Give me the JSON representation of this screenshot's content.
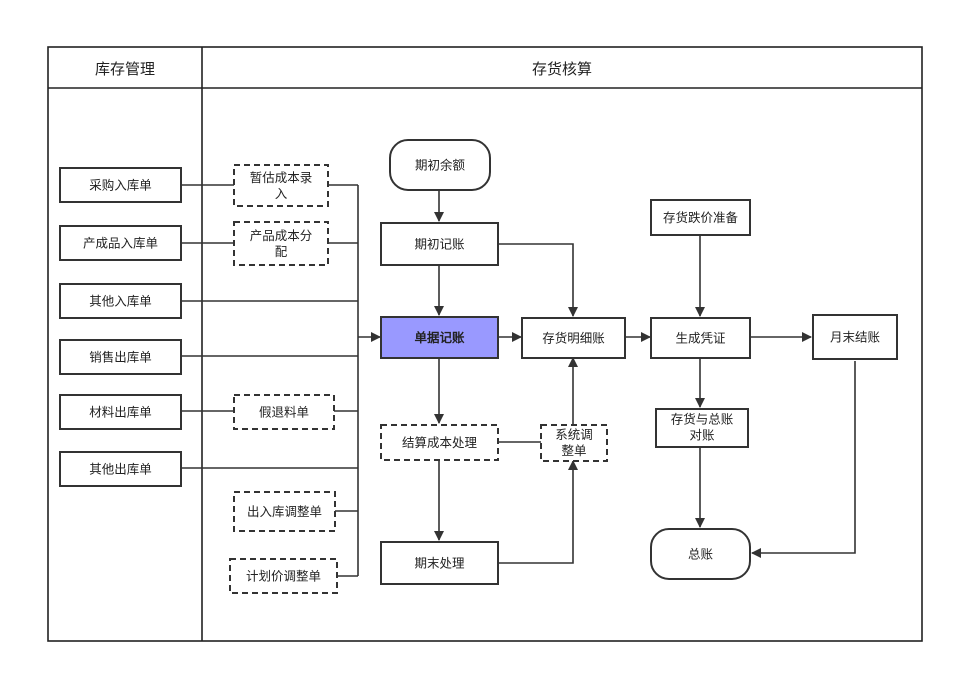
{
  "lanes": {
    "left": "库存管理",
    "right": "存货核算"
  },
  "nodes": {
    "purchase_in": "采购入库单",
    "product_in": "产成品入库单",
    "other_in": "其他入库单",
    "sales_out": "销售出库单",
    "material_out": "材料出库单",
    "other_out": "其他出库单",
    "temp_cost": [
      "暂估成本录",
      "入"
    ],
    "product_cost": [
      "产品成本分",
      "配"
    ],
    "fake_return": "假退料单",
    "io_adjust": "出入库调整单",
    "plan_adjust": "计划价调整单",
    "opening_balance": "期初余额",
    "opening_posting": "期初记账",
    "doc_posting": "单据记账",
    "settle_cost": "结算成本处理",
    "period_end": "期末处理",
    "inventory_detail": "存货明细账",
    "system_adjust": [
      "系统调",
      "整单"
    ],
    "impairment": "存货跌价准备",
    "gen_voucher": "生成凭证",
    "month_close": "月末结账",
    "reconcile": [
      "存货与总账",
      "对账"
    ],
    "general_ledger": "总账"
  },
  "colors": {
    "highlight": "#9999ff",
    "stroke": "#333333"
  }
}
